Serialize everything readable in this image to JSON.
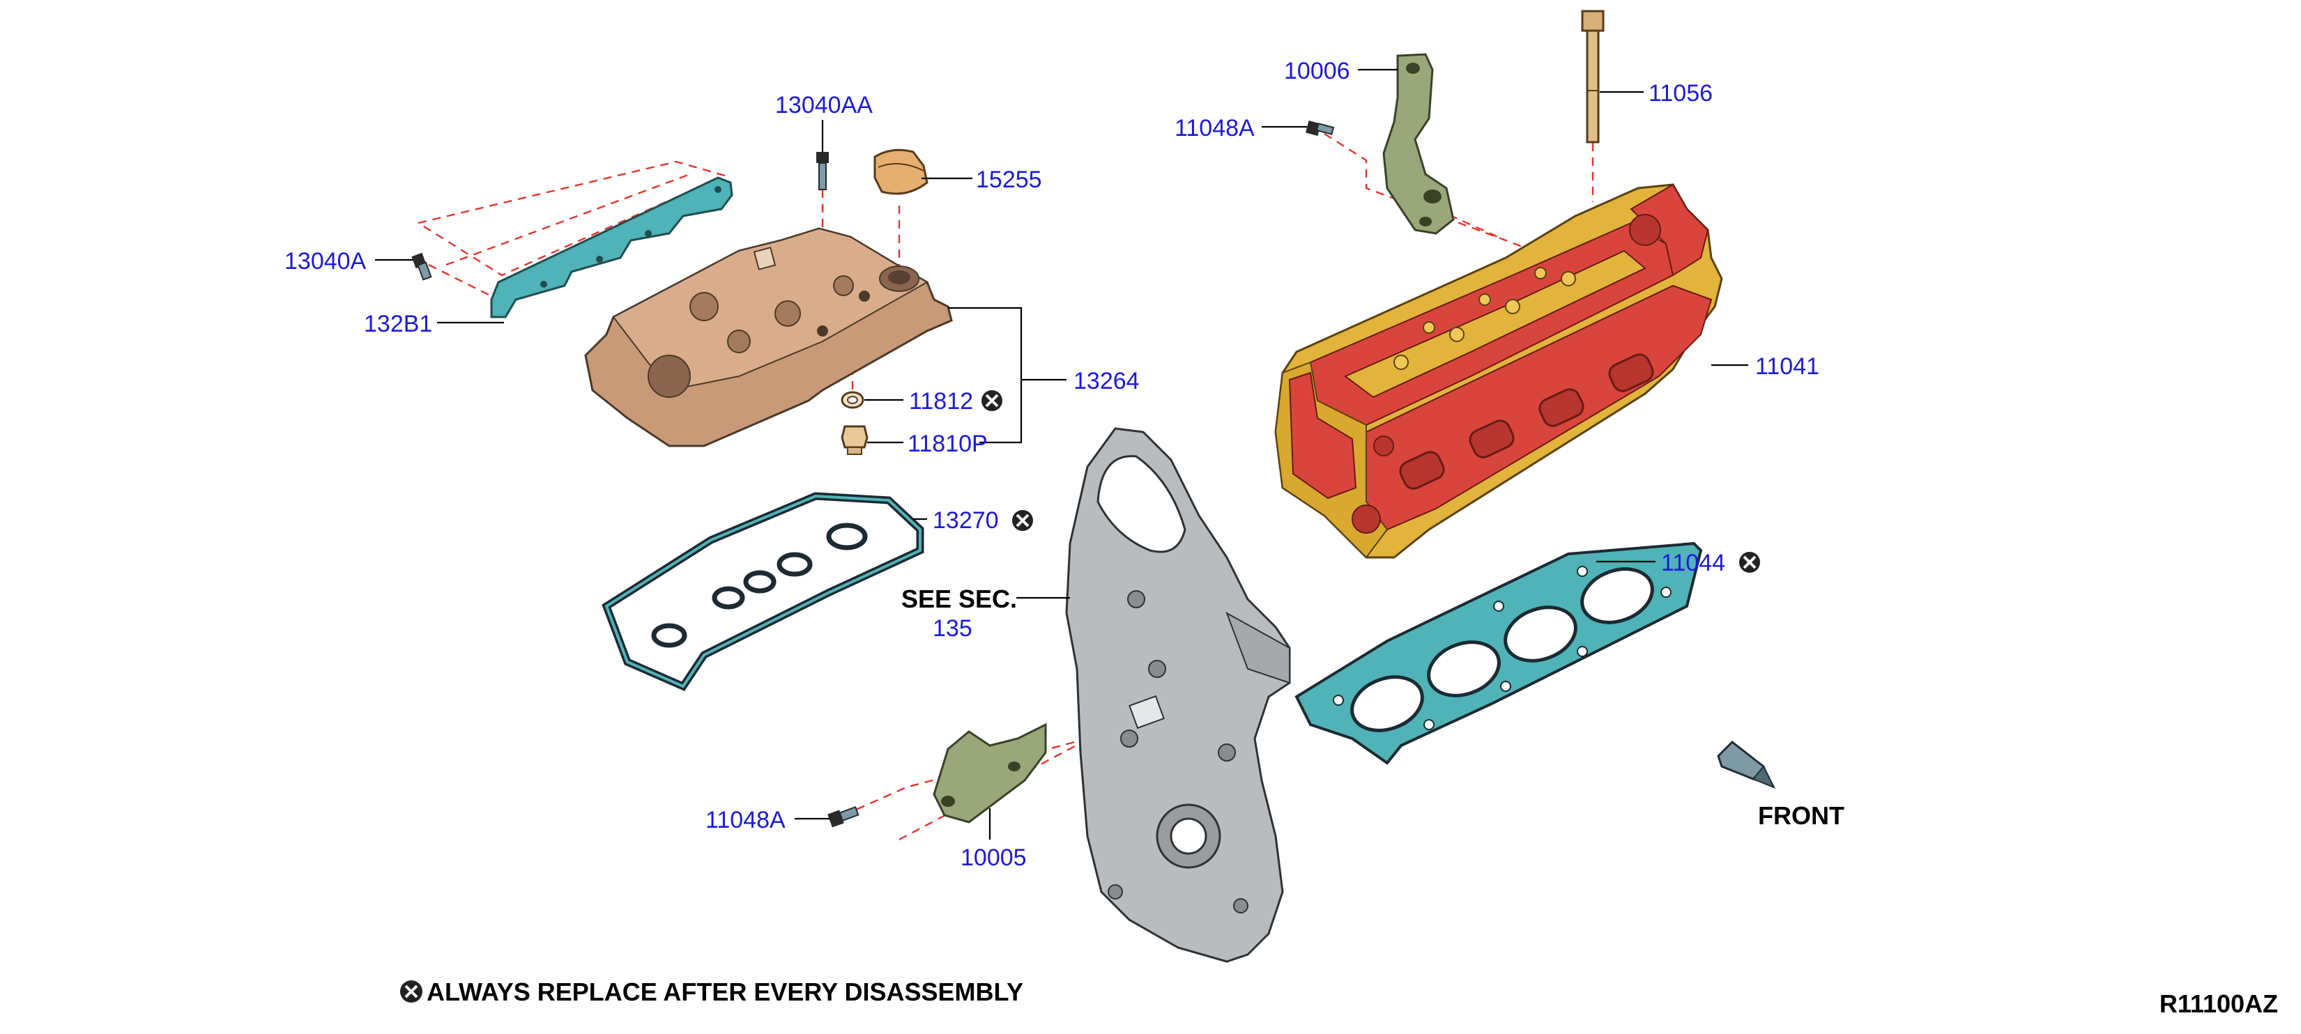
{
  "callouts": {
    "p13040AA": "13040AA",
    "p15255": "15255",
    "p13040A": "13040A",
    "p132B1": "132B1",
    "p13264": "13264",
    "p11812": "11812",
    "p11810P": "11810P",
    "p13270": "13270",
    "p10006": "10006",
    "p11048A_top": "11048A",
    "p11056": "11056",
    "p11041": "11041",
    "p11044": "11044",
    "see_sec_label": "SEE SEC.",
    "see_sec_number": "135",
    "p11048A_bottom": "11048A",
    "p10005": "10005"
  },
  "front_label": "FRONT",
  "legend_text": "ALWAYS REPLACE AFTER EVERY DISASSEMBLY",
  "diagram_code": "R11100AZ",
  "colors": {
    "callout_text": "#1a1adc",
    "dashed_lines": "#e8322c",
    "valve_cover": "#c99a78",
    "gasket_teal": "#4fb3b8",
    "cylinder_head": "#e2b43c",
    "head_red": "#d9453c",
    "bracket": "#9aa77a",
    "timing_cover": "#b9bcbf",
    "bolt": "#7d9aa6"
  },
  "icons": [
    "replace-mark-icon",
    "front-arrow-icon"
  ]
}
